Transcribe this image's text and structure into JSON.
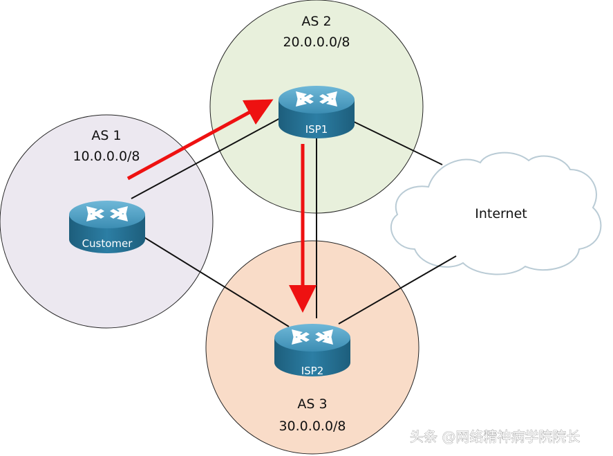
{
  "autonomous_systems": [
    {
      "id": "as1",
      "name": "AS 1",
      "prefix": "10.0.0.0/8",
      "color": "#ECE8F0"
    },
    {
      "id": "as2",
      "name": "AS 2",
      "prefix": "20.0.0.0/8",
      "color": "#E8F0DC"
    },
    {
      "id": "as3",
      "name": "AS 3",
      "prefix": "30.0.0.0/8",
      "color": "#F9DCC8"
    }
  ],
  "routers": {
    "customer": {
      "label": "Customer"
    },
    "isp1": {
      "label": "ISP1"
    },
    "isp2": {
      "label": "ISP2"
    }
  },
  "cloud": {
    "label": "Internet"
  },
  "watermark": "头条 @网络精神病学院院长",
  "colors": {
    "link": "#111111",
    "arrow": "#EE1111",
    "router_body": "#1E6C8E",
    "router_top": "#4C9EC2",
    "cloud_fill": "#FFFFFF",
    "cloud_stroke": "#B9CBD5"
  }
}
